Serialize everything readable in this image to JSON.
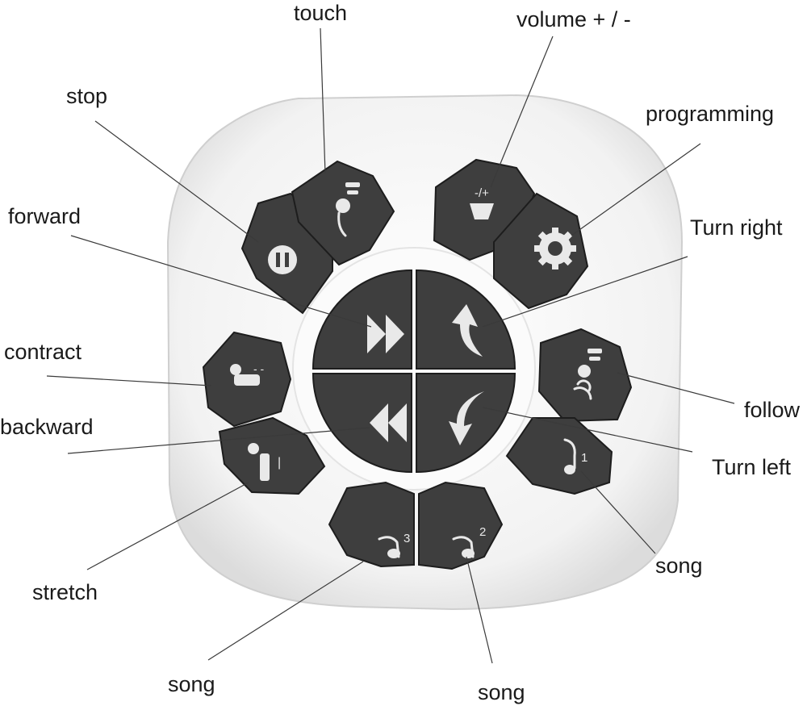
{
  "labels": {
    "touch": "touch",
    "volume": "volume + / -",
    "stop": "stop",
    "programming": "programming",
    "forward": "forward",
    "turn_right": "Turn right",
    "contract": "contract",
    "follow": "follow",
    "backward": "backward",
    "turn_left": "Turn left",
    "stretch": "stretch",
    "song_right": "song",
    "song_bottom_left": "song",
    "song_bottom_center": "song"
  },
  "icons": {
    "stop": "pause-icon",
    "touch": "dog-touch-icon",
    "volume": "volume-icon",
    "programming": "gear-icon",
    "forward": "fast-forward-icon",
    "turn_right": "turn-right-arrow-icon",
    "backward": "rewind-icon",
    "turn_left": "turn-left-arrow-icon",
    "contract": "dog-contract-icon",
    "stretch": "dog-stretch-icon",
    "follow": "dog-follow-icon",
    "song_1": "music-note-1-icon",
    "song_2": "music-note-2-icon",
    "song_3": "music-note-3-icon"
  },
  "glyph_text": {
    "volume": "-/+",
    "contract_mark": "- -",
    "stretch_mark": "|",
    "song_1": "1",
    "song_2": "2",
    "song_3": "3"
  },
  "colors": {
    "body": "#f1f1f1",
    "button": "#3e3e3e",
    "glyph": "#e9e9e9"
  }
}
